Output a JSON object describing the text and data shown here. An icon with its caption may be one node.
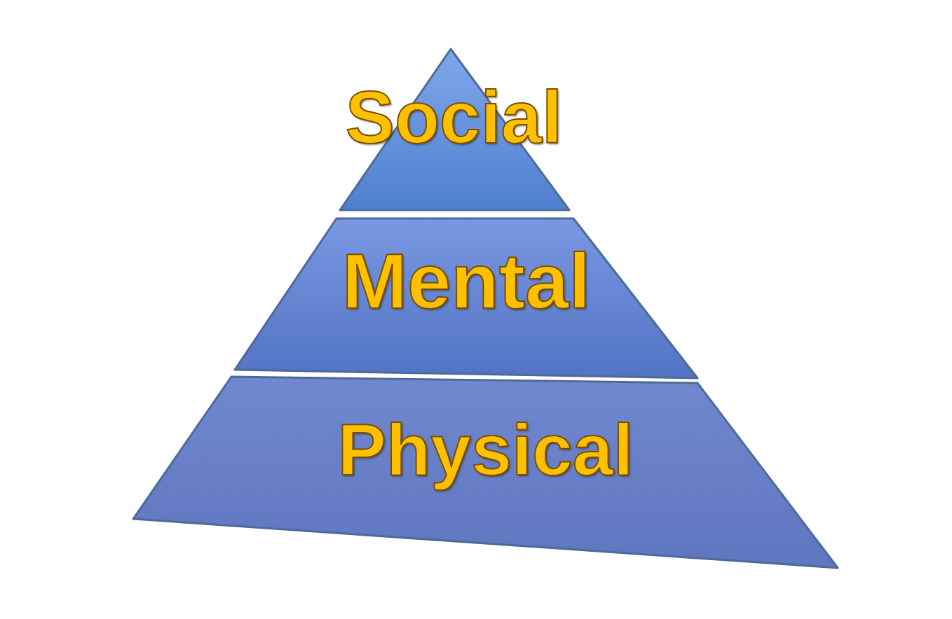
{
  "diagram": {
    "nodes": [
      {
        "text": [
          "Social"
        ]
      },
      {
        "text": [
          "Mental"
        ]
      },
      {
        "text": [
          "Physical"
        ]
      }
    ]
  }
}
